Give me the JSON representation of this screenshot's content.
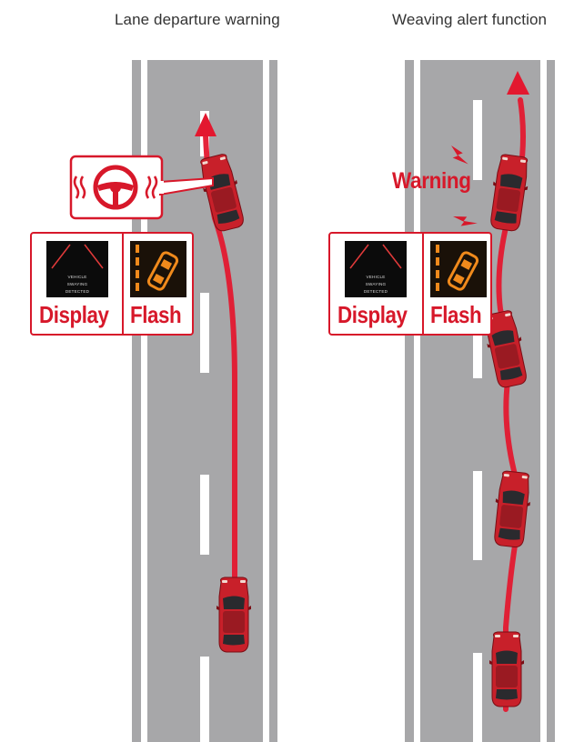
{
  "captions": {
    "left": "Lane departure warning",
    "right": "Weaving alert function"
  },
  "left_panel": {
    "display_label": "Display",
    "flash_label": "Flash",
    "screen_lines": [
      "VEHICLE",
      "SWAYING",
      "DETECTED"
    ]
  },
  "right_panel": {
    "display_label": "Display",
    "flash_label": "Flash",
    "screen_lines": [
      "VEHICLE",
      "SWAYING",
      "DETECTED"
    ]
  },
  "warning_label": "Warning",
  "icons": {
    "steering_wheel": "steering-wheel-vibration-icon",
    "lightning": "lightning-bolt-icon",
    "indicator": "lane-departure-car-icon"
  },
  "colors": {
    "accent_red": "#d7182a",
    "road": "#a7a7a9",
    "lane_marking": "#ffffff",
    "car_body": "#c8202a",
    "flash_orange": "#f08a1c"
  }
}
